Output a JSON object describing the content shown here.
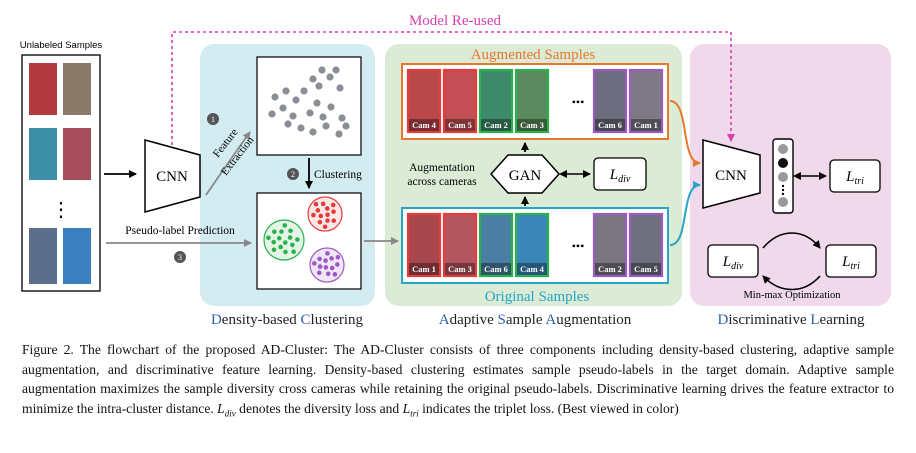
{
  "diagram": {
    "model_reused": "Model Re-used",
    "unlabeled_samples": "Unlabeled Samples",
    "cnn_left": "CNN",
    "feature_extraction_line1": "Feature",
    "feature_extraction_line2": "Extraction",
    "clustering": "Clustering",
    "pseudo_label_prediction": "Pseudo-label Prediction",
    "step1": "1",
    "step2": "2",
    "step3": "3",
    "augmented_samples": "Augmented Samples",
    "original_samples": "Original Samples",
    "augmentation_line1": "Augmentation",
    "augmentation_line2": "across cameras",
    "gan": "GAN",
    "ellipsis": "•••",
    "vdots": "⋮",
    "loss_div_main": "L",
    "loss_div_sub": "div",
    "loss_tri_main": "L",
    "loss_tri_sub": "tri",
    "cnn_right": "CNN",
    "minmax": "Min-max Optimization",
    "aug_cams": [
      "Cam 4",
      "Cam 5",
      "Cam 2",
      "Cam 3",
      "Cam 6",
      "Cam 1"
    ],
    "orig_cams": [
      "Cam 1",
      "Cam 3",
      "Cam 6",
      "Cam 4",
      "Cam 2",
      "Cam 5"
    ],
    "section_density": [
      {
        "t": "D",
        "c": "#2b5fa8"
      },
      {
        "t": "ensity-based ",
        "c": "#222"
      },
      {
        "t": "C",
        "c": "#2b5fa8"
      },
      {
        "t": "lustering",
        "c": "#222"
      }
    ],
    "section_adaptive": [
      {
        "t": "A",
        "c": "#2b5fa8"
      },
      {
        "t": "daptive ",
        "c": "#222"
      },
      {
        "t": "S",
        "c": "#2b5fa8"
      },
      {
        "t": "ample ",
        "c": "#222"
      },
      {
        "t": "A",
        "c": "#2b5fa8"
      },
      {
        "t": "ugmentation",
        "c": "#222"
      }
    ],
    "section_discriminative": [
      {
        "t": "D",
        "c": "#2b5fa8"
      },
      {
        "t": "iscriminative ",
        "c": "#222"
      },
      {
        "t": "L",
        "c": "#2b5fa8"
      },
      {
        "t": "earning",
        "c": "#222"
      }
    ],
    "colors": {
      "density_bg": "#d3ecf2",
      "adaptive_bg": "#dcebd6",
      "discriminative_bg": "#f0d9ea",
      "augmented_accent": "#e8772e",
      "original_accent": "#26a6c6",
      "model_reused": "#d63fae",
      "cluster_red": "#e63b3b",
      "cluster_green": "#28b24b",
      "cluster_purple": "#9b59c4"
    }
  },
  "caption": {
    "part1": "Figure 2. The flowchart of the proposed AD-Cluster: The AD-Cluster consists of three components including density-based clustering, adaptive sample augmentation, and discriminative feature learning. Density-based clustering estimates sample pseudo-labels in the target domain. Adaptive sample augmentation maximizes the sample diversity cross cameras while retaining the original pseudo-labels. Discriminative learning drives the feature extractor to minimize the intra-cluster distance.",
    "ldiv": "L",
    "ldiv_sub": "div",
    "part2": "denotes the diversity loss and",
    "ltri": "L",
    "ltri_sub": "tri",
    "part3": "indicates the triplet loss. (Best viewed in color)"
  }
}
